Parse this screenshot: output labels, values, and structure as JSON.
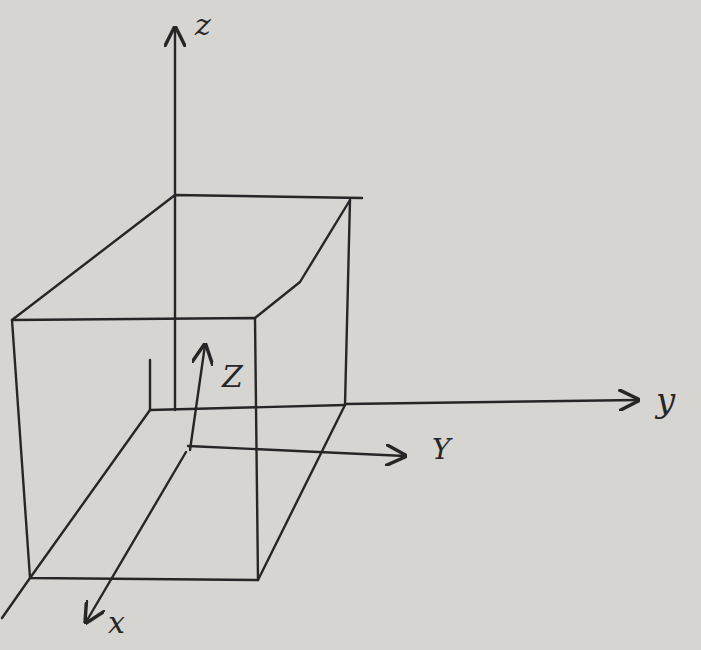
{
  "diagram": {
    "labels": [
      "z",
      "y",
      "Z",
      "Y",
      "x"
    ]
  }
}
